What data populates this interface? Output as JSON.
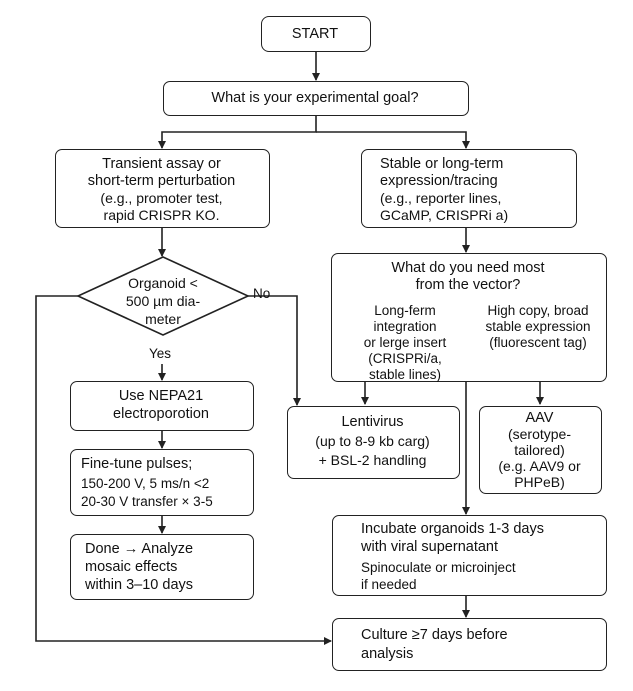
{
  "start": "START",
  "goal": "What is your experimental goal?",
  "transient": [
    "Transient assay or",
    "short-term perturbation",
    "(e.g., promoter test,",
    "rapid CRISPR KO."
  ],
  "stable": [
    "Stable or long-term",
    "expression/tracing",
    "(e.g., reporter lines,",
    "GCaMP, CRISPRi a)"
  ],
  "decision": [
    "Organoid <",
    "500 µm dia-",
    "meter"
  ],
  "no_label": "No",
  "yes_label": "Yes",
  "vector_question": [
    "What do you need most",
    "from the vector?"
  ],
  "vector_left": [
    "Long-ferm",
    "integration",
    "or lerge insert",
    "(CRISPRi/a,",
    "stable lines)"
  ],
  "vector_right": [
    "High copy, broad",
    "stable expression",
    "(fluorescent tag)"
  ],
  "use_nepa": [
    "Use NEPA21",
    "electroporotion"
  ],
  "fine_tune": [
    "Fine-tune  pulses;",
    "150-200 V, 5 ms/n <2",
    "20-30 V transfer × 3-5"
  ],
  "done": [
    "Done → Analyze",
    "mosaic effects",
    "within 3–10 days"
  ],
  "lentivirus": [
    "Lentivirus",
    "(up to 8-9 kb carg)",
    "+ BSL-2 handling"
  ],
  "aav": [
    "AAV",
    "(serotype-",
    "tailored)",
    "(e.g. AAV9 or",
    "PHPeB)"
  ],
  "incubate": [
    "Incubate organoids 1-3 days",
    "with viral supernatant"
  ],
  "incubate_sub": [
    "Spinoculate or microinject",
    "if needed"
  ],
  "culture": [
    "Culture ≥7 days before",
    "analysis"
  ]
}
